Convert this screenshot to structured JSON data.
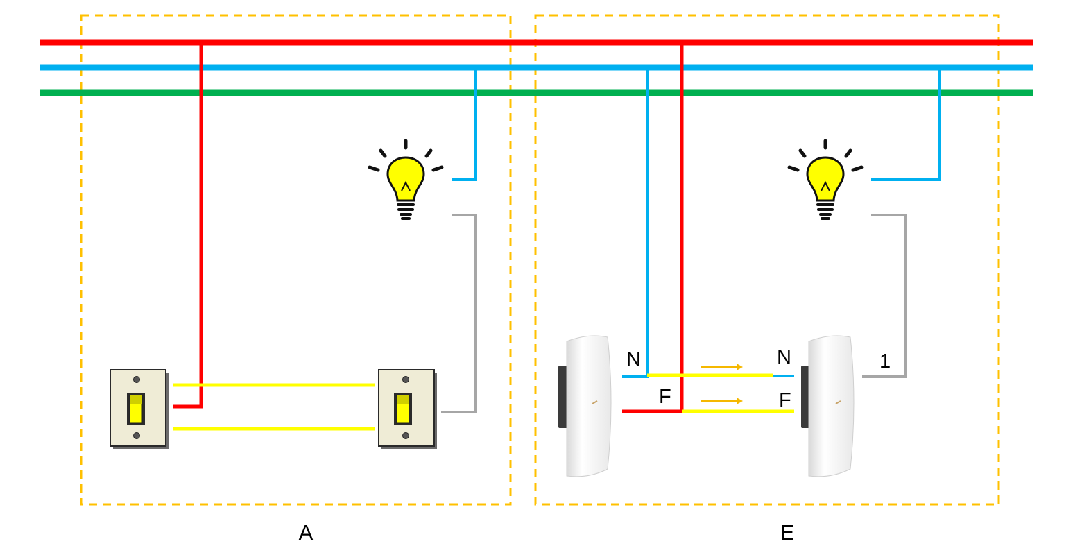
{
  "panels": [
    {
      "caption": "A"
    },
    {
      "caption": "E"
    }
  ],
  "terminals": {
    "left_n": "N",
    "left_f": "F",
    "right_n": "N",
    "right_f": "F",
    "right_1": "1"
  },
  "colors": {
    "phase": "#ff0000",
    "neutral": "#00b0f0",
    "ground": "#00b050",
    "traveler": "#ffff00",
    "return": "#a6a6a6",
    "panel_border": "#ffc000",
    "bulb": "#ffff00",
    "arrow": "#f5b800"
  }
}
